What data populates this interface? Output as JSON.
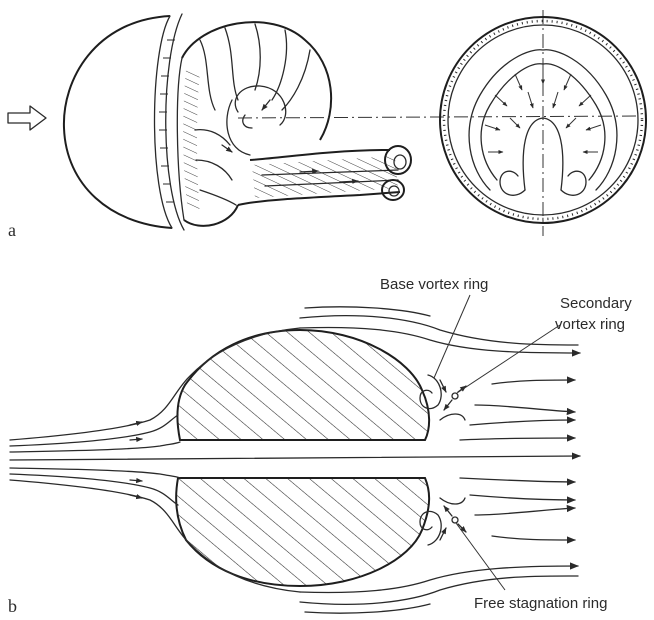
{
  "panels": {
    "a": {
      "label": "a"
    },
    "b": {
      "label": "b"
    }
  },
  "labels": {
    "base_vortex_ring": "Base vortex ring",
    "secondary_vortex_ring_line1": "Secondary",
    "secondary_vortex_ring_line2": "vortex ring",
    "free_stagnation_ring": "Free stagnation ring"
  },
  "colors": {
    "ink": "#2a2a2a",
    "paper": "#ffffff"
  }
}
